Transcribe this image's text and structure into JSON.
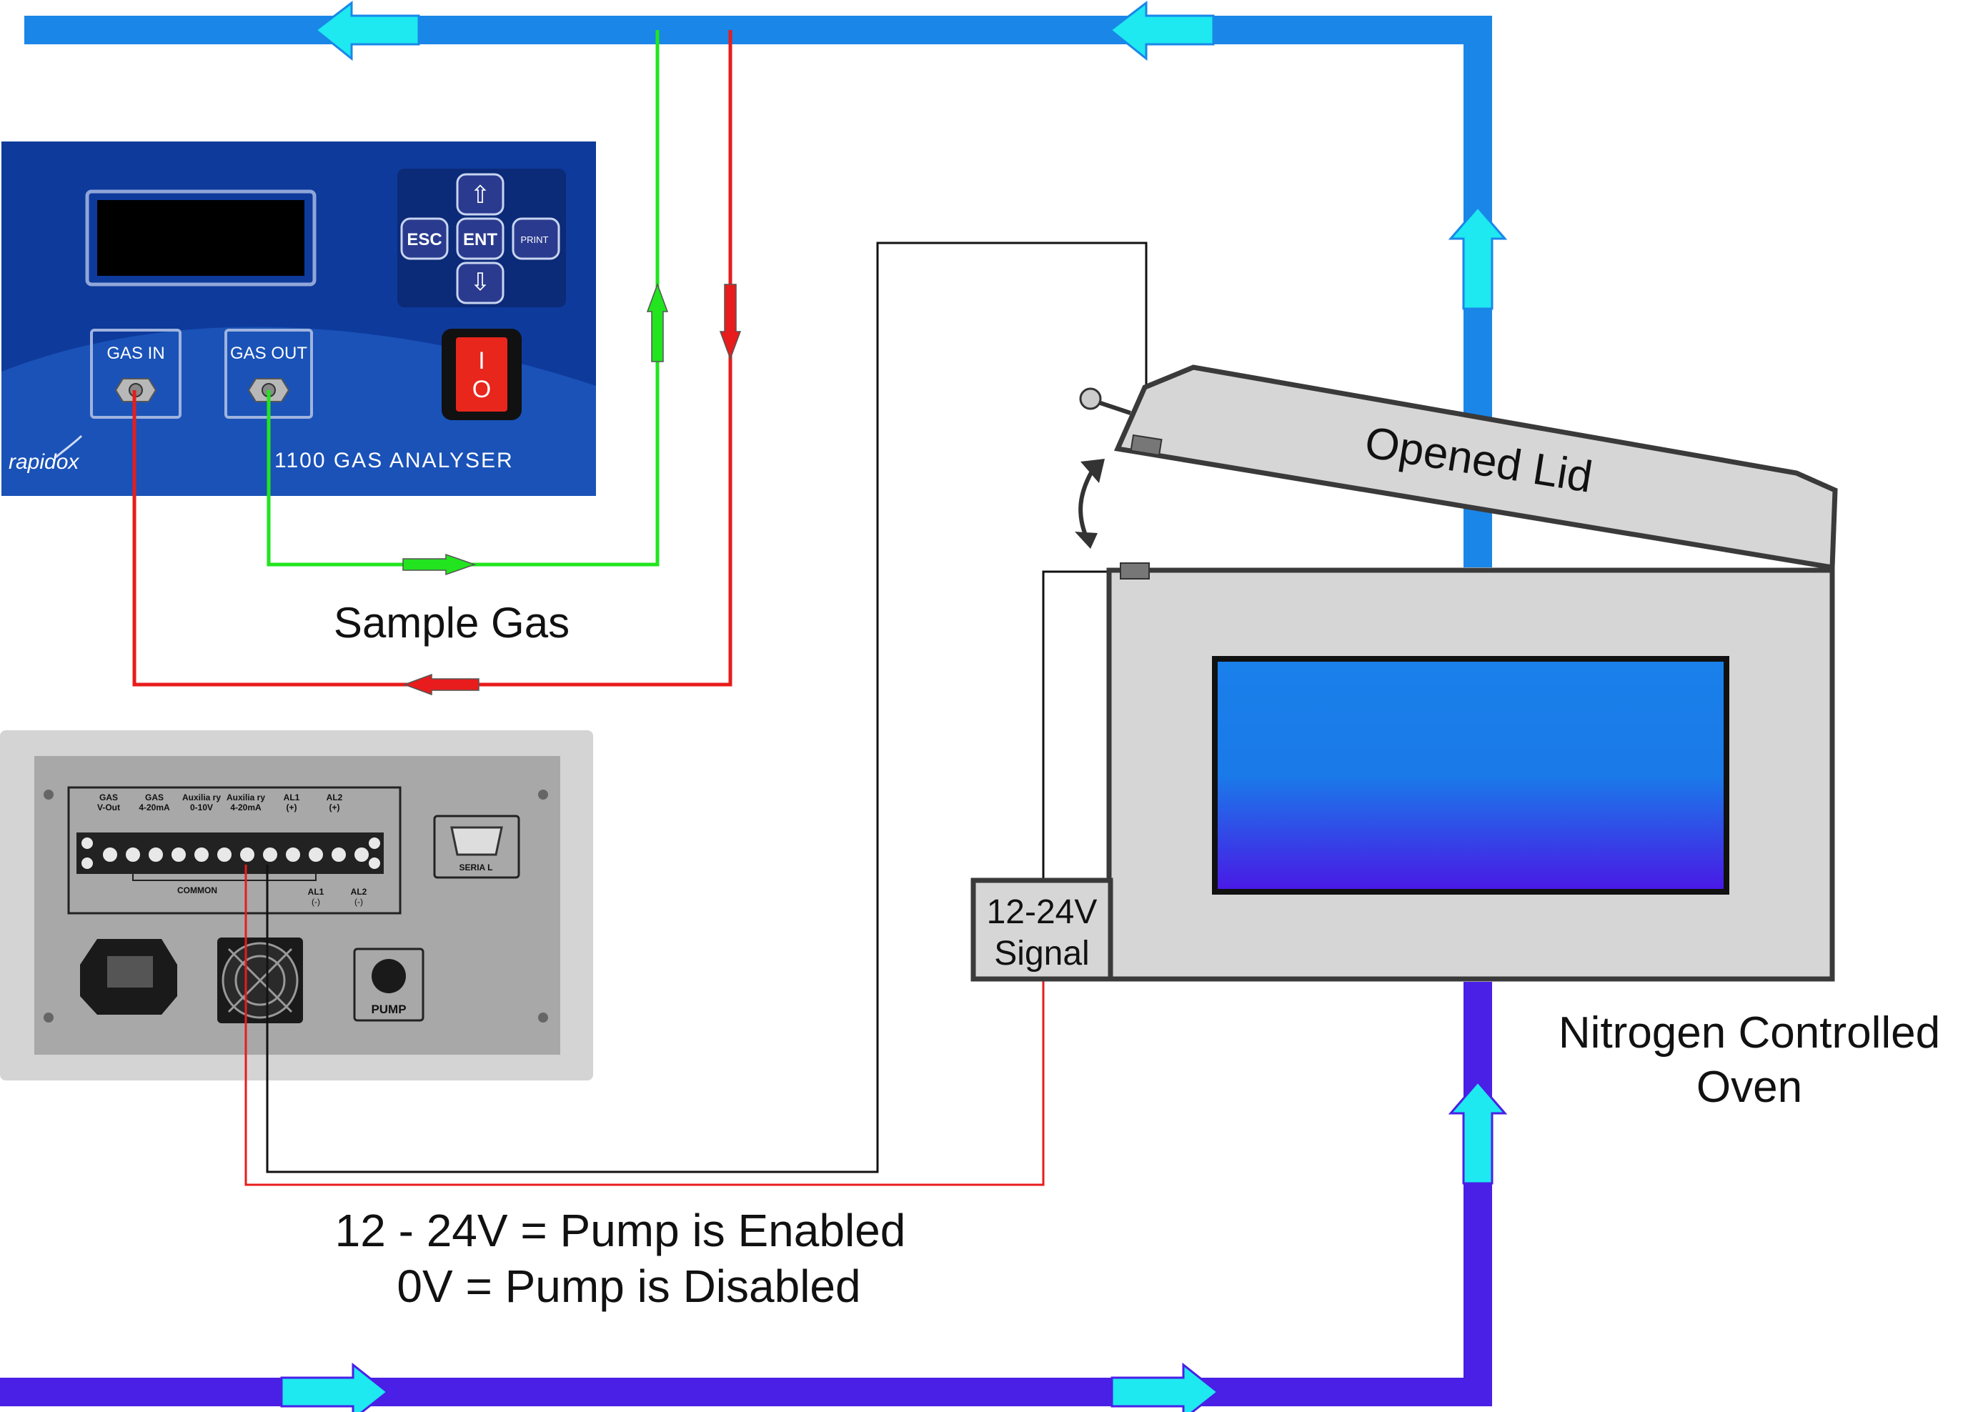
{
  "analyser": {
    "keys": {
      "up": "⇧",
      "esc": "ESC",
      "ent": "ENT",
      "print": "PRINT",
      "down": "⇩"
    },
    "gas_in": "GAS IN",
    "gas_out": "GAS OUT",
    "switch": {
      "on": "I",
      "off": "O"
    },
    "brand": "rapidox",
    "model": "1100 GAS ANALYSER"
  },
  "sample_gas_label": "Sample Gas",
  "rear_panel": {
    "terminal_headers": [
      {
        "line1": "GAS",
        "line2": "V-Out"
      },
      {
        "line1": "GAS",
        "line2": "4-20mA"
      },
      {
        "line1": "Auxilia ry",
        "line2": "0-10V"
      },
      {
        "line1": "Auxilia ry",
        "line2": "4-20mA"
      },
      {
        "line1": "AL1",
        "line2": "(+)"
      },
      {
        "line1": "AL2",
        "line2": "(+)"
      }
    ],
    "common_label": "COMMON",
    "bottom_headers": [
      {
        "line1": "AL1",
        "line2": "(-)"
      },
      {
        "line1": "AL2",
        "line2": "(-)"
      }
    ],
    "serial_label": "SERIA L",
    "pump_label": "PUMP"
  },
  "signal_box": {
    "line1": "12-24V",
    "line2": "Signal"
  },
  "lid_label": "Opened Lid",
  "oven_label": {
    "line1": "Nitrogen Controlled",
    "line2": "Oven"
  },
  "pump_note": {
    "line1": "12 - 24V = Pump is Enabled",
    "line2": "0V = Pump is Disabled"
  },
  "colors": {
    "nitrogen_in": "#4a1fe6",
    "nitrogen_out": "#1a86e8",
    "arrow": "#1ee8f0",
    "gas_in_line": "#e81c1c",
    "gas_out_line": "#22e41f",
    "analyser_panel": "#0e3a9c",
    "oven_body": "#d6d6d6"
  }
}
